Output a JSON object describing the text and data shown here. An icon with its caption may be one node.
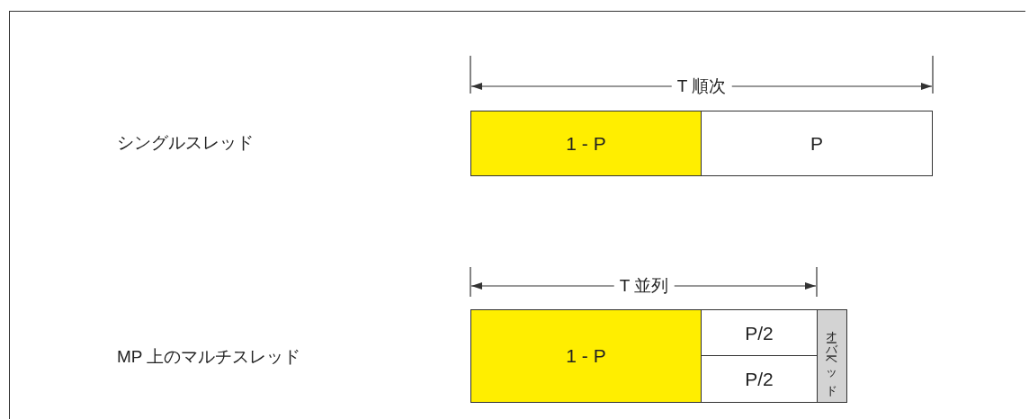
{
  "diagram": {
    "nodes": [
      {
        "text": [
          "1 - P"
        ]
      },
      {
        "text": [
          "P"
        ]
      },
      {
        "text": [
          "1 - P"
        ]
      },
      {
        "text": [
          "P/2"
        ]
      },
      {
        "text": [
          "P/2"
        ]
      },
      {
        "text": [
          "オーバーヘッド"
        ]
      }
    ],
    "edges": [],
    "labels": [
      "T 順次",
      "シングルスレッド",
      "T 並列",
      "MP 上のマルチスレッド"
    ]
  }
}
